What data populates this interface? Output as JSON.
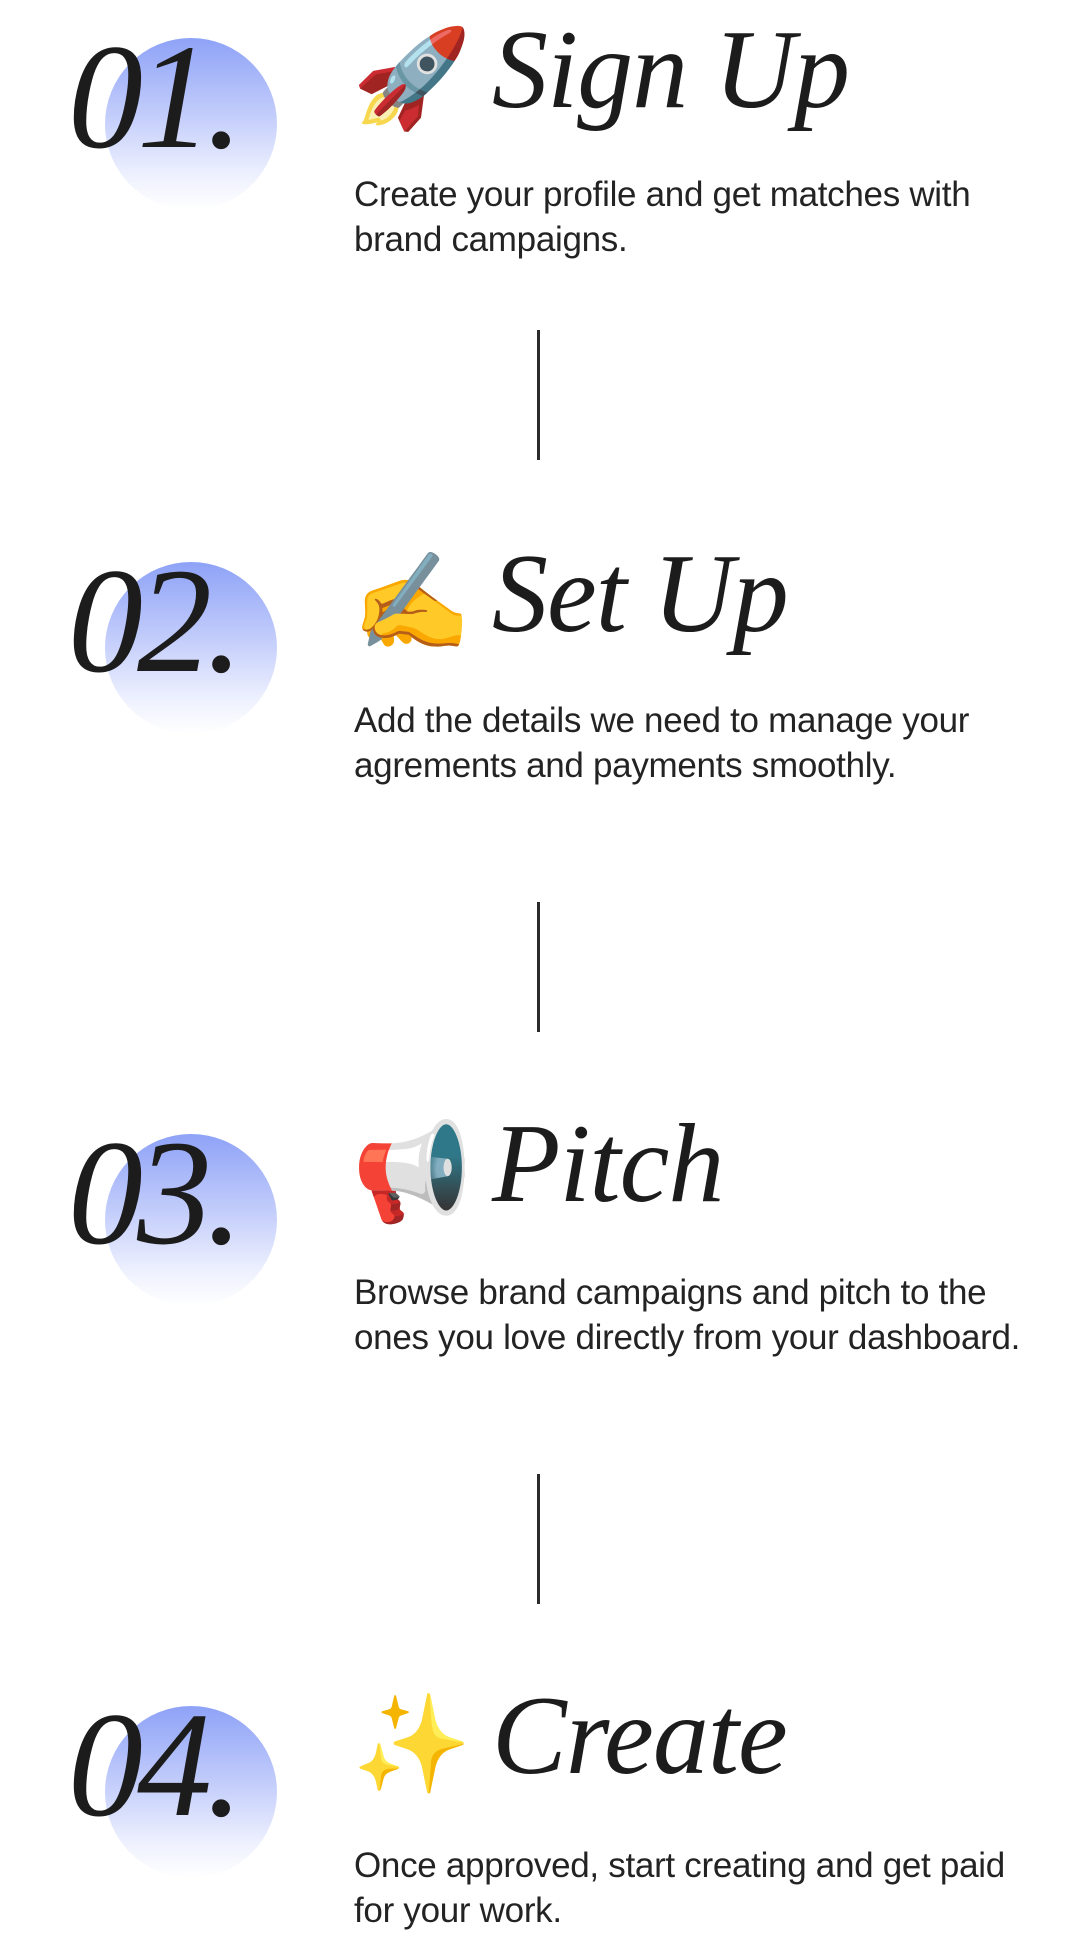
{
  "colors": {
    "circle_top": "#8ea2f7",
    "circle_bottom": "#ffffff",
    "text": "#1f1f1f",
    "divider": "#2b2b2b"
  },
  "steps": [
    {
      "number": "01.",
      "icon": "rocket-icon",
      "emoji": "🚀",
      "title": "Sign Up",
      "description": "Create your profile and get matches with brand campaigns."
    },
    {
      "number": "02.",
      "icon": "writing-hand-icon",
      "emoji": "✍️",
      "title": "Set Up",
      "description": "Add the details we need to manage your agrements and payments smoothly."
    },
    {
      "number": "03.",
      "icon": "megaphone-icon",
      "emoji": "📢",
      "title": "Pitch",
      "description": "Browse brand campaigns and pitch to the ones you love directly from your dashboard."
    },
    {
      "number": "04.",
      "icon": "sparkles-icon",
      "emoji": "✨",
      "title": "Create",
      "description": "Once approved, start creating and get paid for your work."
    }
  ]
}
